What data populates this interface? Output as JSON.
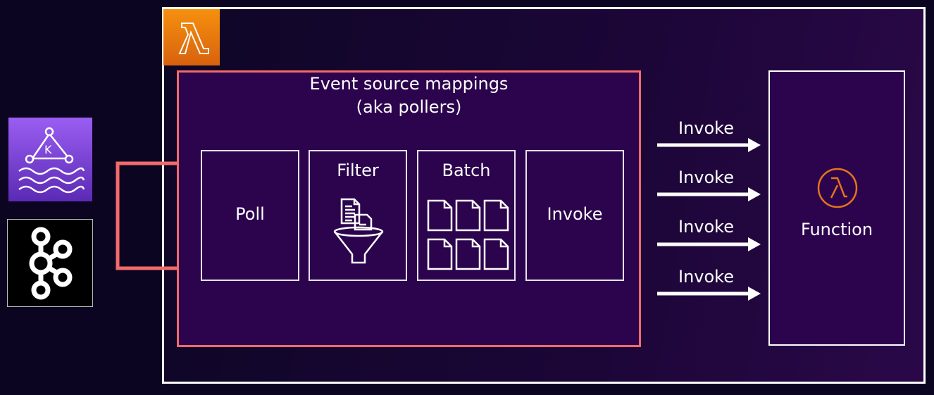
{
  "title": {
    "line1": "Event source mappings",
    "line2": "(aka pollers)"
  },
  "stages": [
    {
      "label": "Poll"
    },
    {
      "label": "Filter",
      "icon": "filter-funnel-icon"
    },
    {
      "label": "Batch",
      "icon": "documents-icon"
    },
    {
      "label": "Invoke"
    }
  ],
  "invokes": [
    "Invoke",
    "Invoke",
    "Invoke",
    "Invoke"
  ],
  "function": {
    "label": "Function",
    "icon": "lambda-function-icon"
  },
  "sources": [
    {
      "icon": "amazon-msk-icon"
    },
    {
      "icon": "apache-kafka-icon"
    }
  ],
  "colors": {
    "accent": "#f26a6a",
    "lambda_orange": "#f08a12",
    "box_purple": "#2c044d",
    "background": "#0c0522"
  }
}
